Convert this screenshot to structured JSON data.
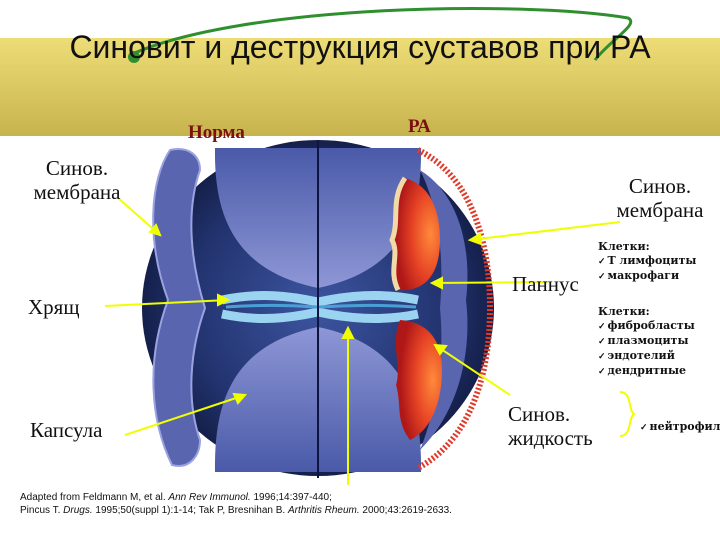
{
  "title": "Синовит и деструкция суставов при РА",
  "header_left": "Норма",
  "header_right": "РА",
  "labels": {
    "synov_membrane_left": [
      "Синов.",
      "мембрана"
    ],
    "synov_membrane_right": [
      "Синов.",
      "мембрана"
    ],
    "cartilage": "Хрящ",
    "capsule": "Капсула",
    "pannus": "Паннус",
    "synov_fluid": [
      "Синов.",
      "жидкость"
    ]
  },
  "cells_group1": {
    "heading": "Клетки:",
    "items": [
      "Т лимфоциты",
      "макрофаги"
    ]
  },
  "cells_group2": {
    "heading": "Клетки:",
    "items": [
      "фибробласты",
      "плазмоциты",
      "эндотелий",
      "дендритные"
    ]
  },
  "fluid_cells": [
    "нейтрофилы"
  ],
  "reference": {
    "line1_prefix": "Adapted from Feldmann M, et al.",
    "line1_journal": "Ann Rev Immunol.",
    "line1_suffix": "1996;14:397-440;",
    "line2_prefix": "Pincus T.",
    "line2_journal": "Drugs.",
    "line2_middle": "1995;50(suppl 1):1-14; Tak P, Bresnihan B.",
    "line2_journal2": "Arthritis Rheum.",
    "line2_suffix": "2000;43:2619-2633."
  },
  "colors": {
    "bone": "#7d86c9",
    "background_joint": "#1f2f6a",
    "synovium": "#5d68b4",
    "pannus": "#e8452a",
    "arrow": "#f0ff00",
    "arc": "#2f8f2f"
  }
}
